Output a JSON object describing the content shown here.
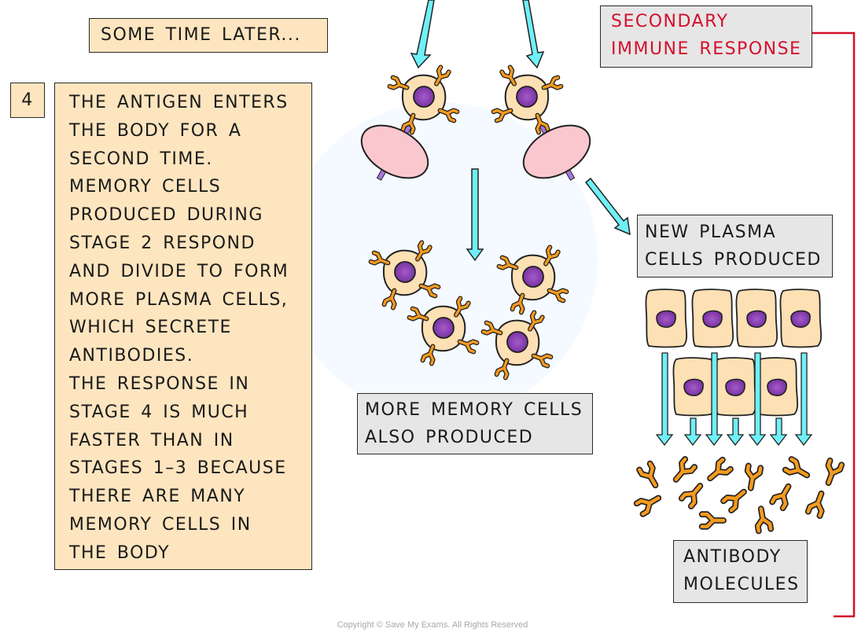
{
  "header": {
    "time_label": "SOME TIME LATER..."
  },
  "stage": {
    "number": "4",
    "description_lines": [
      "THE ANTIGEN ENTERS",
      "THE BODY FOR A",
      "SECOND TIME.",
      "MEMORY CELLS",
      "PRODUCED DURING",
      "STAGE 2 RESPOND",
      "AND DIVIDE TO FORM",
      "MORE PLASMA CELLS,",
      "WHICH SECRETE",
      "ANTIBODIES.",
      "THE RESPONSE IN",
      "STAGE 4 IS MUCH",
      "FASTER THAN IN",
      "STAGES 1–3 BECAUSE",
      "THERE ARE MANY",
      "MEMORY CELLS IN",
      "THE BODY"
    ]
  },
  "labels": {
    "secondary_response": [
      "SECONDARY",
      "IMMUNE RESPONSE"
    ],
    "new_plasma": [
      "NEW PLASMA",
      "CELLS PRODUCED"
    ],
    "more_memory": [
      "MORE MEMORY CELLS",
      "ALSO PRODUCED"
    ],
    "antibody": [
      "ANTIBODY",
      "MOLECULES"
    ]
  },
  "colors": {
    "peach_box": "#fde5bf",
    "grey_box": "#e6e6e6",
    "accent_red": "#d4102d",
    "arrow_cyan": "#6ff0f7",
    "cell_fill": "#fde0b3",
    "nucleus": "#8a3fb0",
    "receptor_orange": "#f28c1a",
    "antigen_pink": "#fbc7cf",
    "antigen_spike": "#9b6ad6"
  },
  "footer": {
    "copyright": "Copyright © Save My Exams. All Rights Reserved"
  }
}
